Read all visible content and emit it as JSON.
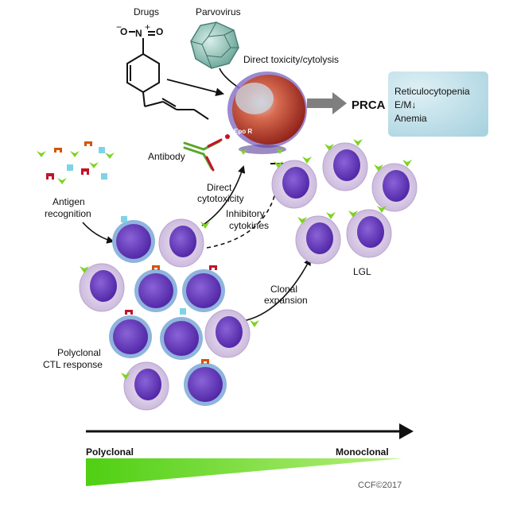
{
  "labels": {
    "drugs": "Drugs",
    "parvovirus": "Parvovirus",
    "direct_toxicity": "Direct toxicity/cytolysis",
    "epo_r": "Epo R",
    "antibody": "Antibody",
    "prca": "PRCA",
    "antigen_recognition": [
      "Antigen",
      "recognition"
    ],
    "direct_cytotoxicity": [
      "Direct",
      "cytotoxicity"
    ],
    "inhibitory_cytokines": [
      "Inhibitory",
      "cytokines"
    ],
    "clonal_expansion": [
      "Clonal",
      "expansion"
    ],
    "lgl": "LGL",
    "polyclonal_ctl": [
      "Polyclonal",
      "CTL response"
    ],
    "axis_left": "Polyclonal",
    "axis_right": "Monoclonal",
    "credit": "CCF©2017"
  },
  "outcome_box": {
    "lines": [
      "Reticulocytopenia",
      "E/M↓",
      "Anemia"
    ]
  },
  "colors": {
    "gradient_green": "#5fd61a",
    "receptor_green": "#7ed321",
    "antigen_orange": "#d35400",
    "antigen_red": "#c0152a",
    "antigen_cyan": "#7fd3e6",
    "nucleus_purple": "#5b2bb8",
    "cell_halo": "#d9cbe6",
    "erythroblast_red": "#c33a2a",
    "box_blue": "#b7dbe6"
  },
  "icons": {
    "virus": "parvovirus-icon",
    "molecule": "drug-molecule-icon",
    "antibody": "antibody-icon"
  }
}
